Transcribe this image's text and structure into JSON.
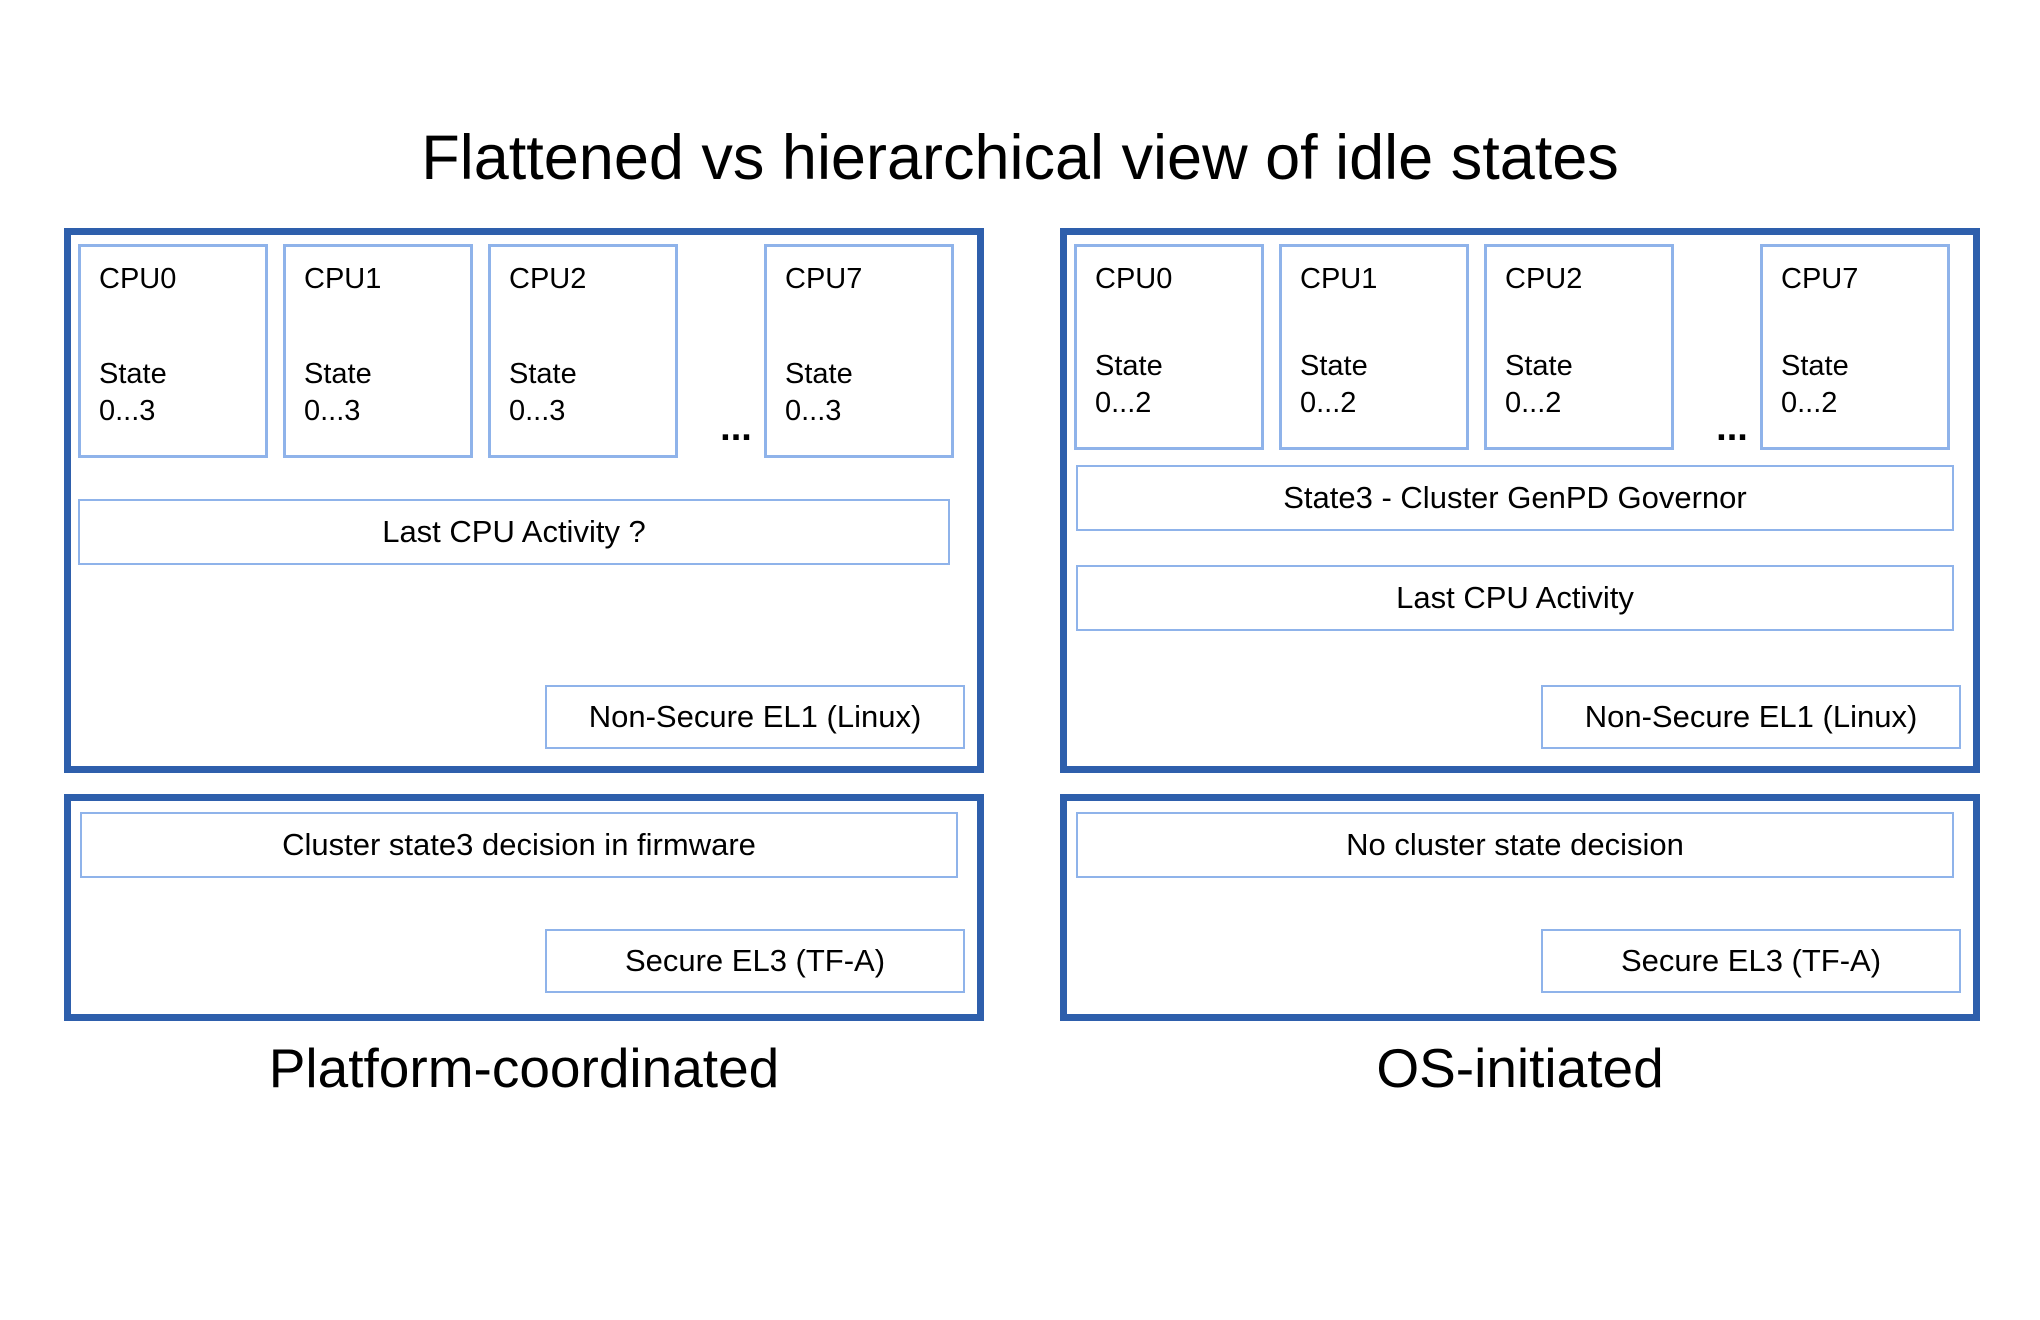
{
  "title": "Flattened vs hierarchical view of idle states",
  "left": {
    "label": "Platform-coordinated",
    "ellipsis": "...",
    "cpus": [
      {
        "name": "CPU0",
        "state_word": "State",
        "state_range": "0...3"
      },
      {
        "name": "CPU1",
        "state_word": "State",
        "state_range": "0...3"
      },
      {
        "name": "CPU2",
        "state_word": "State",
        "state_range": "0...3"
      },
      {
        "name": "CPU7",
        "state_word": "State",
        "state_range": "0...3"
      }
    ],
    "activity_box": "Last CPU Activity ?",
    "el1_box": "Non-Secure EL1 (Linux)",
    "decision_box": "Cluster state3 decision in firmware",
    "el3_box": "Secure EL3 (TF-A)"
  },
  "right": {
    "label": "OS-initiated",
    "ellipsis": "...",
    "cpus": [
      {
        "name": "CPU0",
        "state_word": "State",
        "state_range": "0...2"
      },
      {
        "name": "CPU1",
        "state_word": "State",
        "state_range": "0...2"
      },
      {
        "name": "CPU2",
        "state_word": "State",
        "state_range": "0...2"
      },
      {
        "name": "CPU7",
        "state_word": "State",
        "state_range": "0...2"
      }
    ],
    "governor_box": "State3 - Cluster GenPD Governor",
    "activity_box": "Last CPU Activity",
    "el1_box": "Non-Secure EL1 (Linux)",
    "decision_box": "No cluster state decision",
    "el3_box": "Secure EL3 (TF-A)"
  },
  "colors": {
    "panel_border": "#2E5FAC",
    "box_border": "#8FB3EA"
  }
}
